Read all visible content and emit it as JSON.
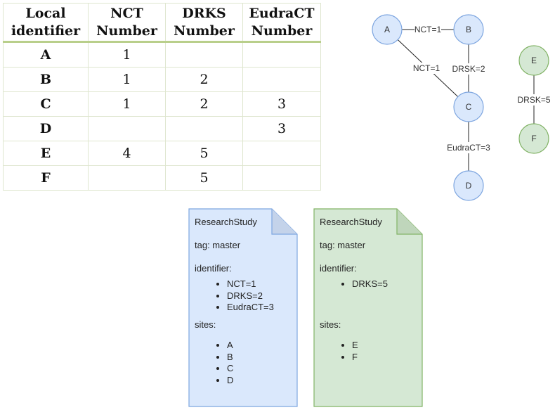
{
  "table": {
    "headers": [
      [
        "Local",
        "identifier"
      ],
      [
        "NCT",
        "Number"
      ],
      [
        "DRKS",
        "Number"
      ],
      [
        "EudraCT",
        "Number"
      ]
    ],
    "rows": [
      {
        "id": "A",
        "nct": "1",
        "drks": "",
        "eudract": ""
      },
      {
        "id": "B",
        "nct": "1",
        "drks": "2",
        "eudract": ""
      },
      {
        "id": "C",
        "nct": "1",
        "drks": "2",
        "eudract": "3"
      },
      {
        "id": "D",
        "nct": "",
        "drks": "",
        "eudract": "3"
      },
      {
        "id": "E",
        "nct": "4",
        "drks": "5",
        "eudract": ""
      },
      {
        "id": "F",
        "nct": "",
        "drks": "5",
        "eudract": ""
      }
    ]
  },
  "graph": {
    "nodes": [
      {
        "id": "A",
        "label": "A",
        "group": "blue"
      },
      {
        "id": "B",
        "label": "B",
        "group": "blue"
      },
      {
        "id": "C",
        "label": "C",
        "group": "blue"
      },
      {
        "id": "D",
        "label": "D",
        "group": "blue"
      },
      {
        "id": "E",
        "label": "E",
        "group": "green"
      },
      {
        "id": "F",
        "label": "F",
        "group": "green"
      }
    ],
    "edges": [
      {
        "from": "A",
        "to": "B",
        "label": "NCT=1"
      },
      {
        "from": "A",
        "to": "C",
        "label": "NCT=1"
      },
      {
        "from": "B",
        "to": "C",
        "label": "DRSK=2"
      },
      {
        "from": "C",
        "to": "D",
        "label": "EudraCT=3"
      },
      {
        "from": "E",
        "to": "F",
        "label": "DRSK=5"
      }
    ]
  },
  "colors": {
    "blue_fill": "#dae8fc",
    "blue_stroke": "#7ea6e0",
    "green_fill": "#d5e8d4",
    "green_stroke": "#82b366",
    "table_border": "#dfe6cf",
    "table_header_rule": "#b9cf8b"
  },
  "documents": [
    {
      "color": "blue",
      "title": "ResearchStudy",
      "tag": "tag: master",
      "identifier_label": "identifier:",
      "identifiers": [
        "NCT=1",
        "DRKS=2",
        "EudraCT=3"
      ],
      "sites_label": "sites:",
      "sites": [
        "A",
        "B",
        "C",
        "D"
      ]
    },
    {
      "color": "green",
      "title": "ResearchStudy",
      "tag": "tag: master",
      "identifier_label": "identifier:",
      "identifiers": [
        "DRKS=5"
      ],
      "sites_label": "sites:",
      "sites": [
        "E",
        "F"
      ]
    }
  ]
}
